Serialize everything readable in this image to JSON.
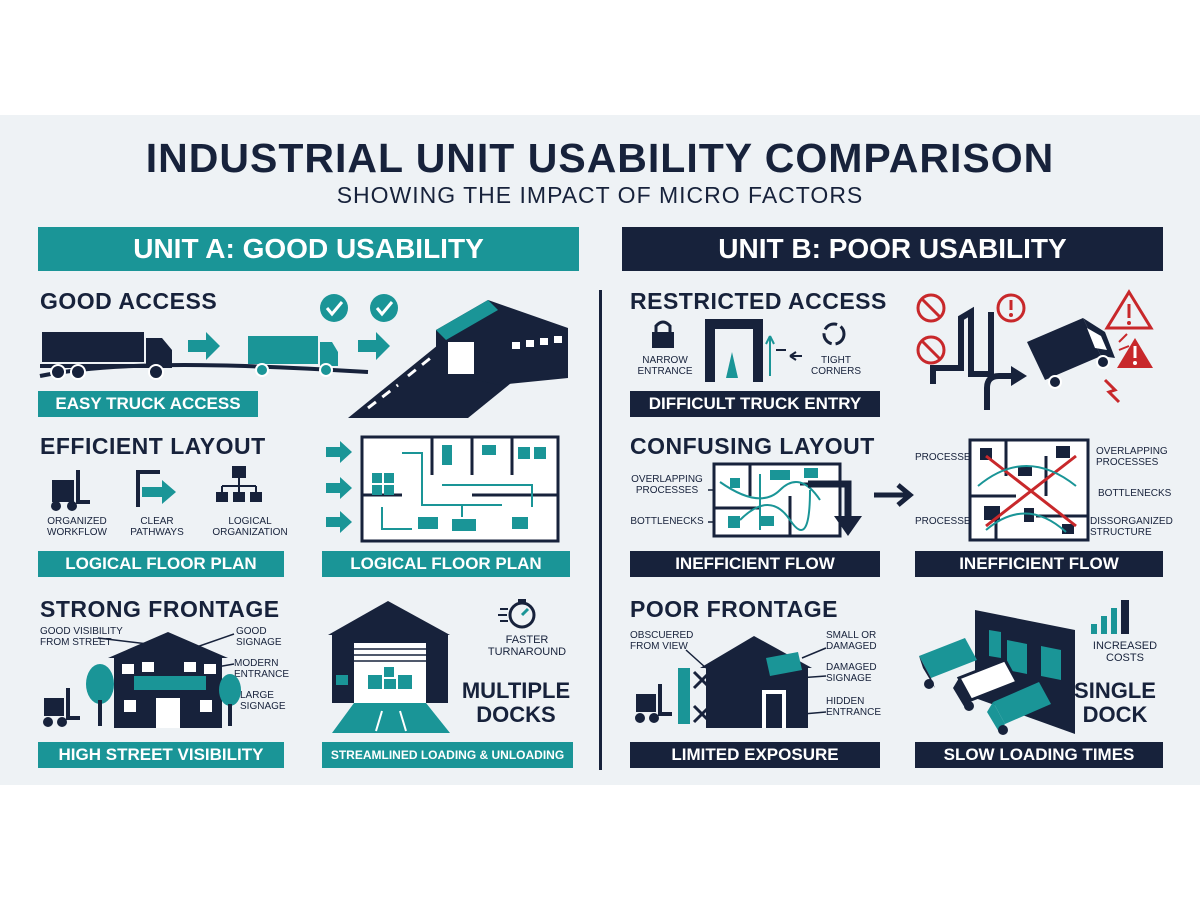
{
  "title": "INDUSTRIAL UNIT USABILITY COMPARISON",
  "subtitle": "SHOWING THE IMPACT OF MICRO FACTORS",
  "unit_a": {
    "header": "UNIT A: GOOD USABILITY",
    "access": {
      "heading": "GOOD ACCESS",
      "bar": "EASY TRUCK ACCESS"
    },
    "layout": {
      "heading": "EFFICIENT LAYOUT",
      "icon_labels": [
        "ORGANIZED\nWORKFLOW",
        "CLEAR\nPATHWAYS",
        "LOGICAL\nORGANIZATION"
      ],
      "bar_left": "LOGICAL FLOOR PLAN",
      "bar_right": "LOGICAL FLOOR PLAN"
    },
    "frontage": {
      "heading": "STRONG FRONTAGE",
      "callouts": {
        "visibility": "GOOD VISIBILITY\nFROM STREET",
        "signage": "GOOD\nSIGNAGE",
        "entrance": "MODERN\nENTRANCE",
        "large": "LARGE\nSIGNAGE"
      },
      "bar": "HIGH STREET VISIBILITY"
    },
    "docks": {
      "turnaround": "FASTER\nTURNAROUND",
      "big": "MULTIPLE\nDOCKS",
      "bar": "STREAMLINED LOADING & UNLOADING"
    }
  },
  "unit_b": {
    "header": "UNIT B: POOR USABILITY",
    "access": {
      "heading": "RESTRICTED ACCESS",
      "narrow": "NARROW\nENTRANCE",
      "tight": "TIGHT\nCORNERS",
      "bar": "DIFFICULT TRUCK ENTRY"
    },
    "layout": {
      "heading": "CONFUSING LAYOUT",
      "left_labels": {
        "overlap": "OVERLAPPING\nPROCESSES",
        "bottlenecks": "BOTTLENECKS"
      },
      "right_labels": {
        "processes_top": "PROCESSES",
        "processes_bottom": "PROCESSES",
        "overlap": "OVERLAPPING\nPROCESSES",
        "bottlenecks": "BOTTLENECKS",
        "disorganized": "DISSORGANIZED\nSTRUCTURE"
      },
      "bar_left": "INEFFICIENT FLOW",
      "bar_right": "INEFFICIENT FLOW"
    },
    "frontage": {
      "heading": "POOR FRONTAGE",
      "callouts": {
        "obscured": "OBSCUERED\nFROM VIEW",
        "small": "SMALL OR\nDAMAGED",
        "damaged": "DAMAGED\nSIGNAGE",
        "hidden": "HIDDEN\nENTRANCE"
      },
      "bar": "LIMITED EXPOSURE"
    },
    "docks": {
      "costs": "INCREASED\nCOSTS",
      "big": "SINGLE\nDOCK",
      "bar": "SLOW LOADING TIMES"
    }
  },
  "colors": {
    "teal": "#1a9597",
    "navy": "#17223b",
    "red": "#c8282b",
    "background": "#eef2f5"
  }
}
